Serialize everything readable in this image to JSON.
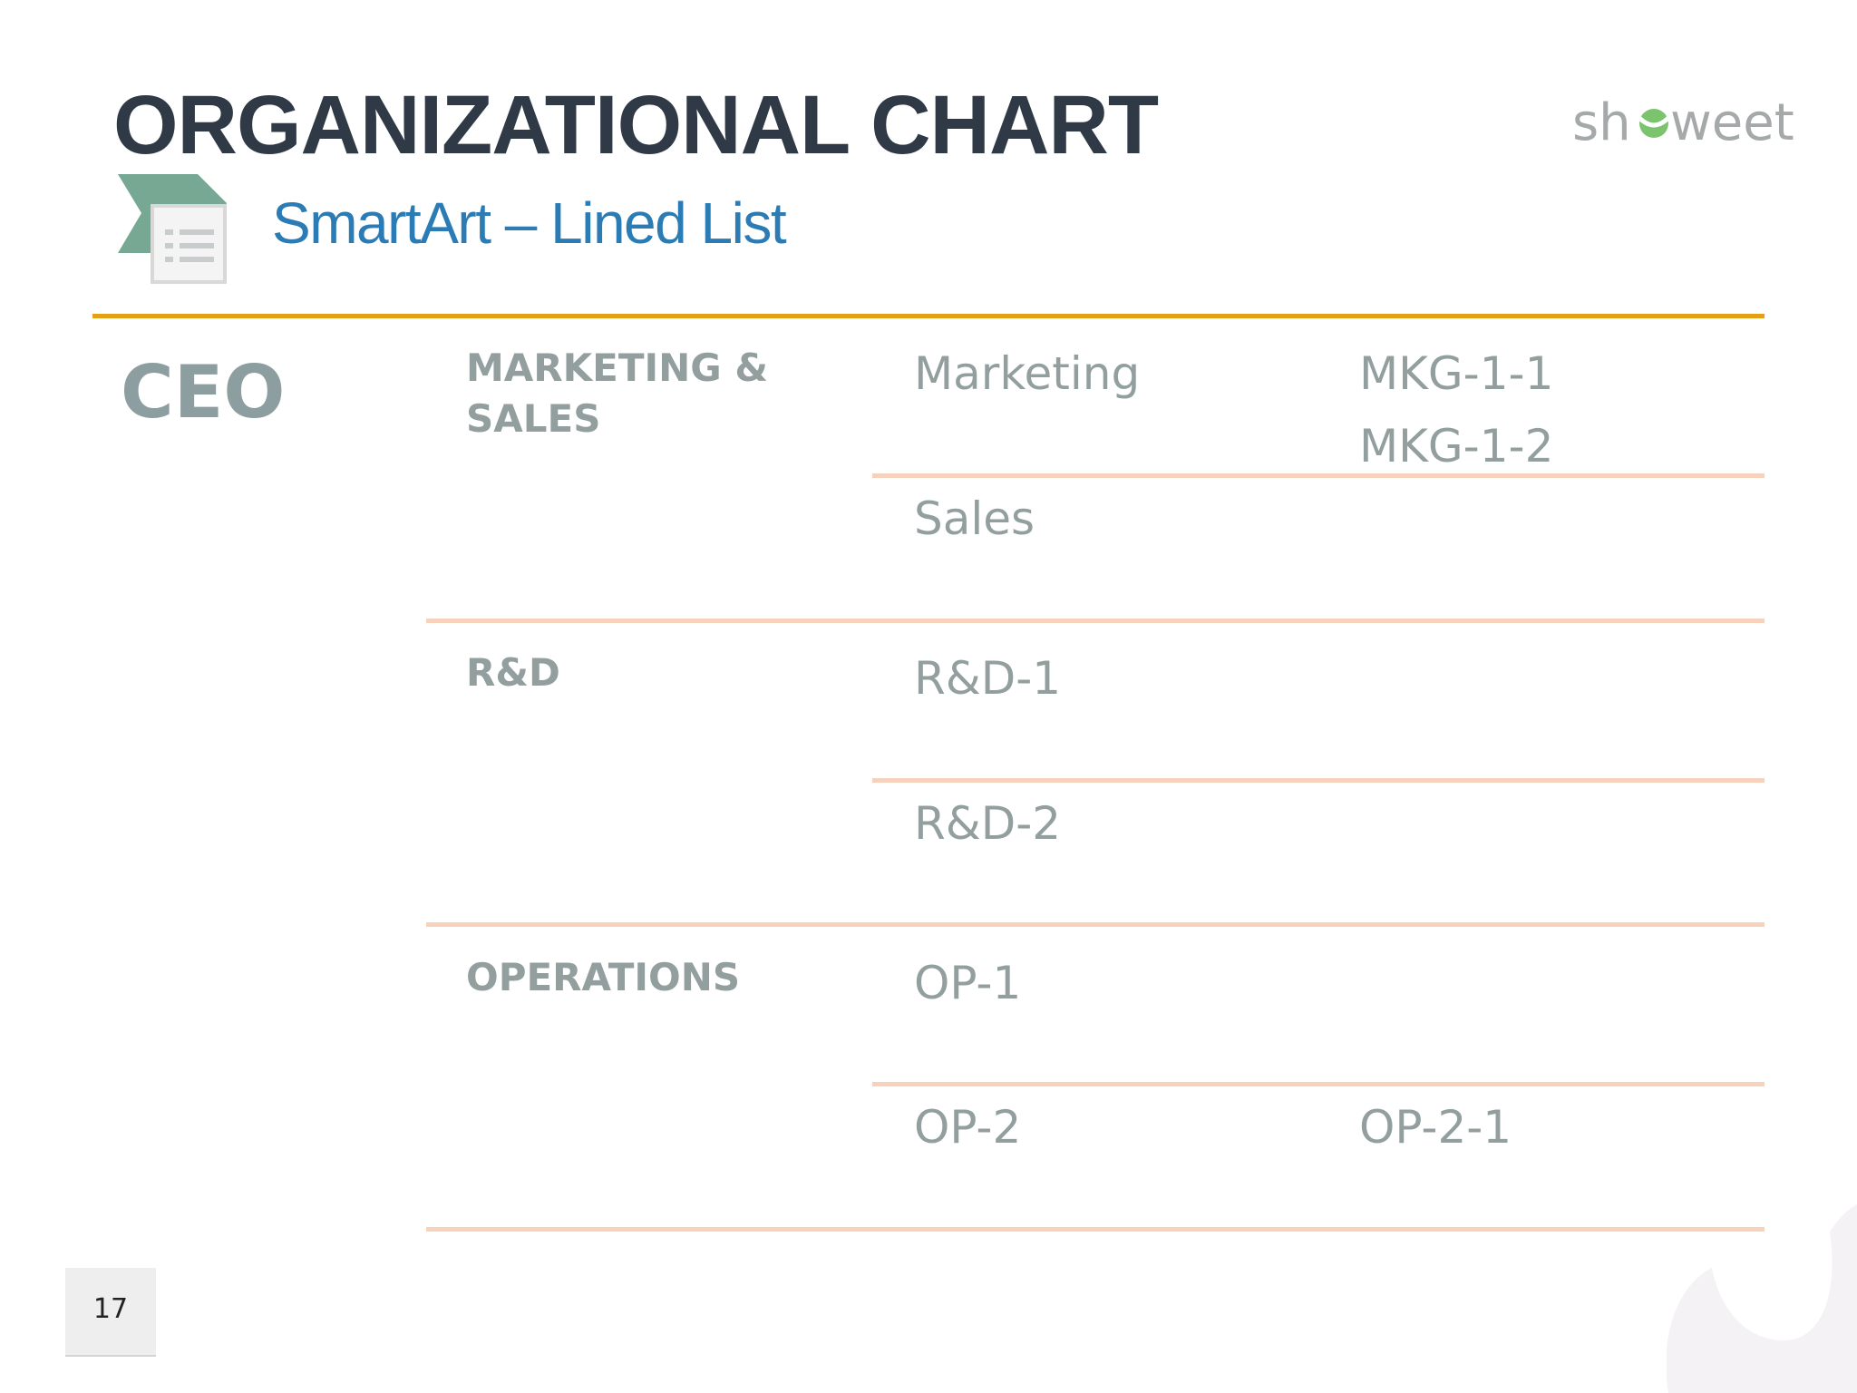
{
  "header": {
    "title": "ORGANIZATIONAL CHART",
    "subtitle": "SmartArt – Lined List",
    "logo_text_left": "sh",
    "logo_text_right": "weet"
  },
  "org": {
    "root": "CEO",
    "departments": [
      {
        "name": "MARKETING & SALES",
        "units": [
          {
            "name": "Marketing",
            "subunits": [
              "MKG-1-1",
              "MKG-1-2"
            ]
          },
          {
            "name": "Sales",
            "subunits": []
          }
        ]
      },
      {
        "name": "R&D",
        "units": [
          {
            "name": "R&D-1",
            "subunits": []
          },
          {
            "name": "R&D-2",
            "subunits": []
          }
        ]
      },
      {
        "name": "OPERATIONS",
        "units": [
          {
            "name": "OP-1",
            "subunits": []
          },
          {
            "name": "OP-2",
            "subunits": [
              "OP-2-1"
            ]
          }
        ]
      }
    ]
  },
  "footer": {
    "page_number": "17"
  },
  "colors": {
    "title": "#2f3a46",
    "subtitle": "#2b7bb5",
    "accent_rule": "#e6a015",
    "divider": "#f6d2bd",
    "text_gray": "#939f9f",
    "logo_green": "#7cc36e",
    "icon_green": "#76a894"
  }
}
